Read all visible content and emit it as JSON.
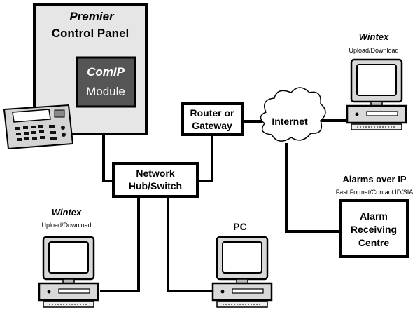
{
  "colors": {
    "panel_fill": "#e6e6e6",
    "module_fill": "#555555",
    "module_text": "#ffffff",
    "line": "#000000",
    "monitor_fill": "#d9d9d9",
    "screen_fill": "#ffffff"
  },
  "control_panel": {
    "title_line1": "Premier",
    "title_line2": "Control Panel"
  },
  "comip_module": {
    "line1": "ComIP",
    "line2": "Module"
  },
  "router": {
    "line1": "Router or",
    "line2": "Gateway"
  },
  "internet": {
    "label": "Internet"
  },
  "hub": {
    "line1": "Network",
    "line2": "Hub/Switch"
  },
  "wintex_top": {
    "title": "Wintex",
    "subtitle": "Upload/Download",
    "icon": "computer-icon"
  },
  "wintex_bottom": {
    "title": "Wintex",
    "subtitle": "Upload/Download",
    "icon": "computer-icon"
  },
  "pc": {
    "title": "PC",
    "icon": "computer-icon"
  },
  "alarms": {
    "title": "Alarms over IP",
    "subtitle": "Fast Format/Contact ID/SIA"
  },
  "arc": {
    "line1": "Alarm",
    "line2": "Receiving",
    "line3": "Centre"
  },
  "keypad": {
    "icon": "keypad-icon"
  }
}
